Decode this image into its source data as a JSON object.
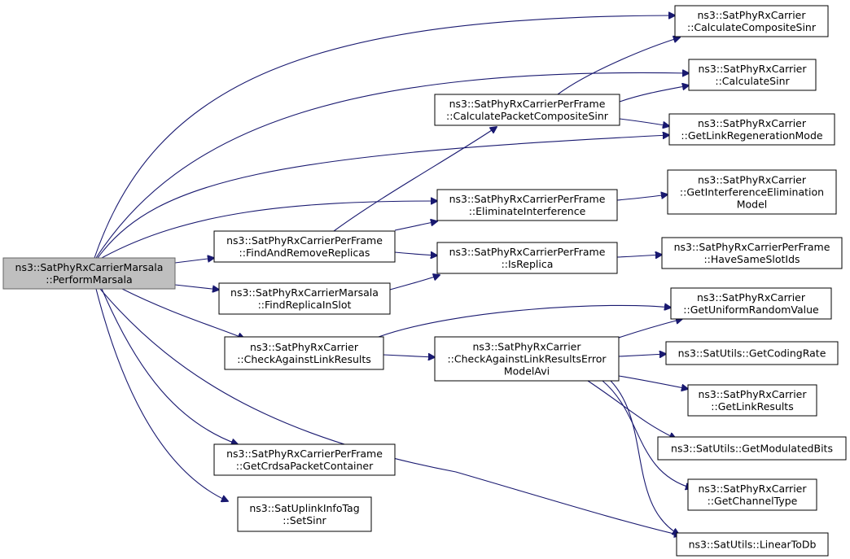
{
  "nodes": {
    "root": [
      "ns3::SatPhyRxCarrierMarsala",
      "::PerformMarsala"
    ],
    "calc_composite_sinr": [
      "ns3::SatPhyRxCarrier",
      "::CalculateCompositeSinr"
    ],
    "calc_sinr": [
      "ns3::SatPhyRxCarrier",
      "::CalculateSinr"
    ],
    "calc_packet_composite_sinr": [
      "ns3::SatPhyRxCarrierPerFrame",
      "::CalculatePacketCompositeSinr"
    ],
    "get_link_regeneration_mode": [
      "ns3::SatPhyRxCarrier",
      "::GetLinkRegenerationMode"
    ],
    "get_interference_elimination_model": [
      "ns3::SatPhyRxCarrier",
      "::GetInterferenceElimination",
      "Model"
    ],
    "eliminate_interference": [
      "ns3::SatPhyRxCarrierPerFrame",
      "::EliminateInterference"
    ],
    "find_and_remove_replicas": [
      "ns3::SatPhyRxCarrierPerFrame",
      "::FindAndRemoveReplicas"
    ],
    "is_replica": [
      "ns3::SatPhyRxCarrierPerFrame",
      "::IsReplica"
    ],
    "have_same_slot_ids": [
      "ns3::SatPhyRxCarrierPerFrame",
      "::HaveSameSlotIds"
    ],
    "find_replica_in_slot": [
      "ns3::SatPhyRxCarrierMarsala",
      "::FindReplicaInSlot"
    ],
    "get_uniform_random_value": [
      "ns3::SatPhyRxCarrier",
      "::GetUniformRandomValue"
    ],
    "check_against_link_results": [
      "ns3::SatPhyRxCarrier",
      "::CheckAgainstLinkResults"
    ],
    "check_against_link_results_error_model_avi": [
      "ns3::SatPhyRxCarrier",
      "::CheckAgainstLinkResultsError",
      "ModelAvi"
    ],
    "get_coding_rate": [
      "ns3::SatUtils::GetCodingRate"
    ],
    "get_link_results": [
      "ns3::SatPhyRxCarrier",
      "::GetLinkResults"
    ],
    "get_modulated_bits": [
      "ns3::SatUtils::GetModulatedBits"
    ],
    "get_crdsa_packet_container": [
      "ns3::SatPhyRxCarrierPerFrame",
      "::GetCrdsaPacketContainer"
    ],
    "get_channel_type": [
      "ns3::SatPhyRxCarrier",
      "::GetChannelType"
    ],
    "set_sinr": [
      "ns3::SatUplinkInfoTag",
      "::SetSinr"
    ],
    "linear_to_db": [
      "ns3::SatUtils::LinearToDb"
    ]
  },
  "edges": [
    [
      "root",
      "calc_composite_sinr"
    ],
    [
      "root",
      "calc_sinr"
    ],
    [
      "root",
      "get_link_regeneration_mode"
    ],
    [
      "root",
      "eliminate_interference"
    ],
    [
      "root",
      "find_and_remove_replicas"
    ],
    [
      "root",
      "find_replica_in_slot"
    ],
    [
      "root",
      "check_against_link_results"
    ],
    [
      "root",
      "get_crdsa_packet_container"
    ],
    [
      "root",
      "set_sinr"
    ],
    [
      "root",
      "linear_to_db"
    ],
    [
      "find_and_remove_replicas",
      "calc_packet_composite_sinr"
    ],
    [
      "find_and_remove_replicas",
      "eliminate_interference"
    ],
    [
      "find_and_remove_replicas",
      "is_replica"
    ],
    [
      "find_replica_in_slot",
      "is_replica"
    ],
    [
      "calc_packet_composite_sinr",
      "calc_composite_sinr"
    ],
    [
      "calc_packet_composite_sinr",
      "calc_sinr"
    ],
    [
      "calc_packet_composite_sinr",
      "get_link_regeneration_mode"
    ],
    [
      "eliminate_interference",
      "get_interference_elimination_model"
    ],
    [
      "is_replica",
      "have_same_slot_ids"
    ],
    [
      "check_against_link_results",
      "get_uniform_random_value"
    ],
    [
      "check_against_link_results",
      "check_against_link_results_error_model_avi"
    ],
    [
      "check_against_link_results_error_model_avi",
      "get_uniform_random_value"
    ],
    [
      "check_against_link_results_error_model_avi",
      "get_coding_rate"
    ],
    [
      "check_against_link_results_error_model_avi",
      "get_link_results"
    ],
    [
      "check_against_link_results_error_model_avi",
      "get_modulated_bits"
    ],
    [
      "check_against_link_results_error_model_avi",
      "get_channel_type"
    ],
    [
      "check_against_link_results_error_model_avi",
      "linear_to_db"
    ]
  ]
}
